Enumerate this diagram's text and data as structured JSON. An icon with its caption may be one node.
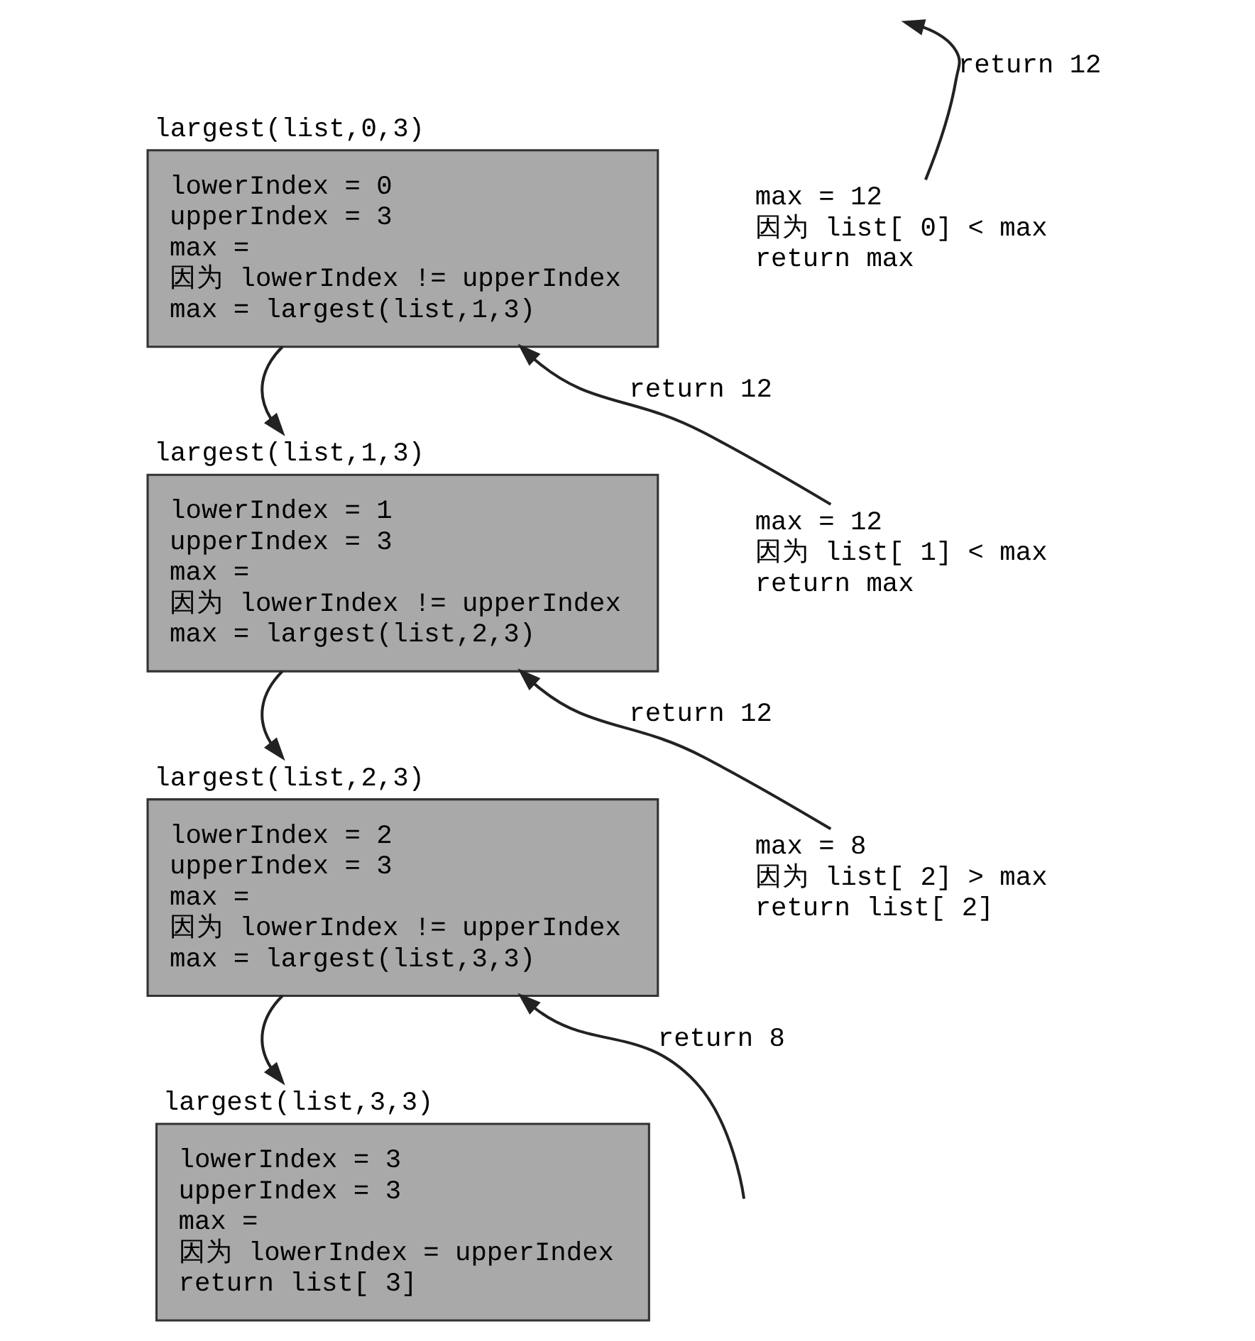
{
  "diagram": {
    "nodes": [
      {
        "text": [
          "largest(list,0,3)",
          "lowerIndex = 0",
          "upperIndex = 3",
          "max =",
          "因为 lowerIndex != upperIndex",
          "max = largest(list,1,3)"
        ]
      },
      {
        "text": [
          "max = 12",
          "因为 list[ 0] < max",
          "return max"
        ]
      },
      {
        "text": [
          "largest(list,1,3)",
          "lowerIndex = 1",
          "upperIndex = 3",
          "max =",
          "因为 lowerIndex != upperIndex",
          "max = largest(list,2,3)"
        ]
      },
      {
        "text": [
          "max = 12",
          "因为 list[ 1] < max",
          "return max"
        ]
      },
      {
        "text": [
          "largest(list,2,3)",
          "lowerIndex = 2",
          "upperIndex = 3",
          "max =",
          "因为 lowerIndex != upperIndex",
          "max = largest(list,3,3)"
        ]
      },
      {
        "text": [
          "max = 8",
          "因为 list[ 2] > max",
          "return list[ 2]"
        ]
      },
      {
        "text": [
          "largest(list,3,3)",
          "lowerIndex = 3",
          "upperIndex = 3",
          "max =",
          "因为 lowerIndex = upperIndex",
          "return list[ 3]"
        ]
      }
    ],
    "edges": [
      {
        "from": 1,
        "to": null,
        "arrow": "to",
        "label": "return 12"
      },
      {
        "from": 0,
        "to": 2,
        "arrow": "to"
      },
      {
        "from": 3,
        "to": 0,
        "arrow": "to",
        "label": "return 12"
      },
      {
        "from": 2,
        "to": 4,
        "arrow": "to"
      },
      {
        "from": 5,
        "to": 2,
        "arrow": "to",
        "label": "return 12"
      },
      {
        "from": 4,
        "to": 6,
        "arrow": "to"
      },
      {
        "from": null,
        "to": 4,
        "arrow": "to",
        "label": "return 8"
      }
    ]
  }
}
